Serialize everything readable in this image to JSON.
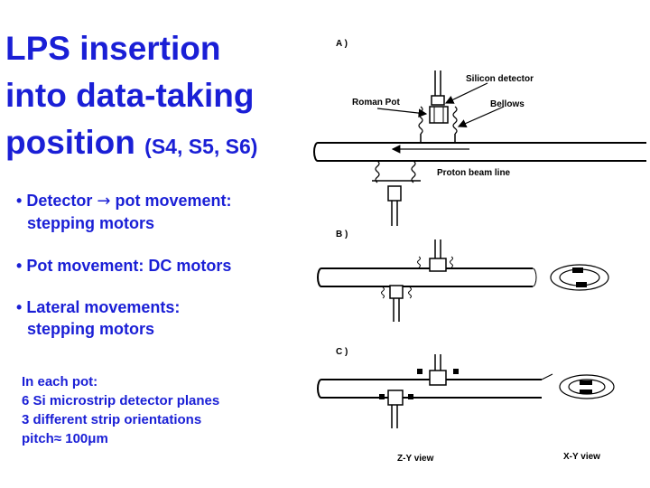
{
  "title": {
    "line1": "LPS insertion",
    "line2": "into data-taking",
    "line3_main": "position",
    "line3_small": "(S4, S5, S6)"
  },
  "bullets": [
    {
      "marker": "•",
      "before_arrow": "Detector",
      "arrow": "→",
      "after_arrow": "pot movement:",
      "line2": "stepping motors"
    },
    {
      "marker": "•",
      "text": "Pot movement: DC motors"
    },
    {
      "marker": "•",
      "line1": "Lateral movements:",
      "line2": "stepping motors"
    }
  ],
  "note": {
    "line1": "In each pot:",
    "line2": "6 Si microstrip detector planes",
    "line3": "3 different strip orientations",
    "line4_prefix": "pitch",
    "line4_approx": "≈",
    "line4_value": " 100",
    "line4_mu": "μ",
    "line4_unit": "m"
  },
  "diagram": {
    "panel_a": "A )",
    "panel_b": "B )",
    "panel_c": "C )",
    "silicon_detector": "Silicon detector",
    "roman_pot": "Roman Pot",
    "bellows": "Bellows",
    "proton_beam_line": "Proton beam line",
    "zy_view": "Z-Y view",
    "xy_view": "X-Y view"
  },
  "colors": {
    "text_blue": "#1a1fd6",
    "diagram_ink": "#000000"
  }
}
